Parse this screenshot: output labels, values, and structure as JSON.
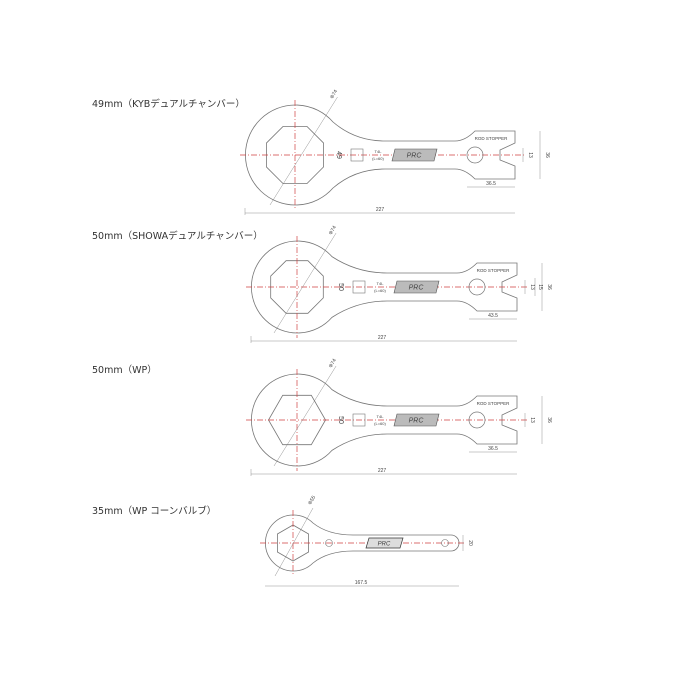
{
  "wrenches": [
    {
      "title": "49mm（KYBデュアルチャンバー）",
      "diameter": "Φ74",
      "size": "49",
      "spec_top": "T4L",
      "spec_bottom": "(L=60)",
      "rod_stopper": "ROD STOPPER",
      "dim_inner": "13",
      "dim_height": "36",
      "dim_slot": "36.5",
      "dim_length": "227",
      "logo": "PRC"
    },
    {
      "title": "50mm（SHOWAデュアルチャンバー）",
      "diameter": "Φ74",
      "size": "50",
      "spec_top": "T4L",
      "spec_bottom": "(L=60)",
      "rod_stopper": "ROD STOPPER",
      "dim_inner": "13",
      "dim_mid": "15",
      "dim_height": "36",
      "dim_slot": "43.5",
      "dim_length": "227",
      "logo": "PRC"
    },
    {
      "title": "50mm（WP）",
      "diameter": "Φ74",
      "size": "50",
      "spec_top": "T4L",
      "spec_bottom": "(L=60)",
      "rod_stopper": "ROD STOPPER",
      "dim_inner": "13",
      "dim_height": "36",
      "dim_slot": "36.5",
      "dim_length": "227",
      "logo": "PRC"
    },
    {
      "title": "35mm（WP コーンバルブ）",
      "diameter": "Φ55",
      "dim_height": "20",
      "dim_length": "167.5",
      "logo": "PRC"
    }
  ],
  "colors": {
    "line": "#777777",
    "center": "#d04040"
  }
}
